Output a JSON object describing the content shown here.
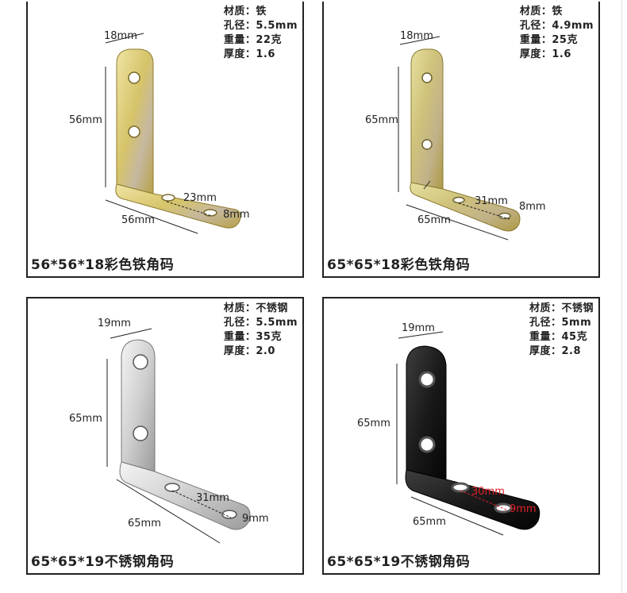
{
  "specs_labels": {
    "material": "材质：",
    "hole": "孔径：",
    "weight": "重量：",
    "thickness": "厚度："
  },
  "products": [
    {
      "caption": "56*56*18彩色铁角码",
      "material": "铁",
      "hole": "5.5mm",
      "weight": "22克",
      "thickness": "1.6",
      "width_dim": "18mm",
      "height_dim": "56mm",
      "length_dim": "56mm",
      "hole_spacing": "23mm",
      "hole_offset": "8mm"
    },
    {
      "caption": "65*65*18彩色铁角码",
      "material": "铁",
      "hole": "4.9mm",
      "weight": "25克",
      "thickness": "1.6",
      "width_dim": "18mm",
      "height_dim": "65mm",
      "length_dim": "65mm",
      "hole_spacing": "31mm",
      "hole_offset": "8mm"
    },
    {
      "caption": "65*65*19不锈钢角码",
      "material": "不锈钢",
      "hole": "5.5mm",
      "weight": "35克",
      "thickness": "2.0",
      "width_dim": "19mm",
      "height_dim": "65mm",
      "length_dim": "65mm",
      "hole_spacing": "31mm",
      "hole_offset": "9mm"
    },
    {
      "caption": "65*65*19不锈钢角码",
      "material": "不锈钢",
      "hole": "5mm",
      "weight": "45克",
      "thickness": "2.8",
      "width_dim": "19mm",
      "height_dim": "65mm",
      "length_dim": "65mm",
      "hole_spacing": "30mm",
      "hole_offset": "9mm"
    }
  ],
  "colors": {
    "border": "#222222",
    "dim_red": "#e0202a",
    "zinc_light": "#e8d98a",
    "zinc_dark": "#b9a44a",
    "steel_light": "#e9e9e9",
    "steel_dark": "#a9a9a9",
    "black_light": "#3a3a3a",
    "black_dark": "#0d0d0d"
  }
}
